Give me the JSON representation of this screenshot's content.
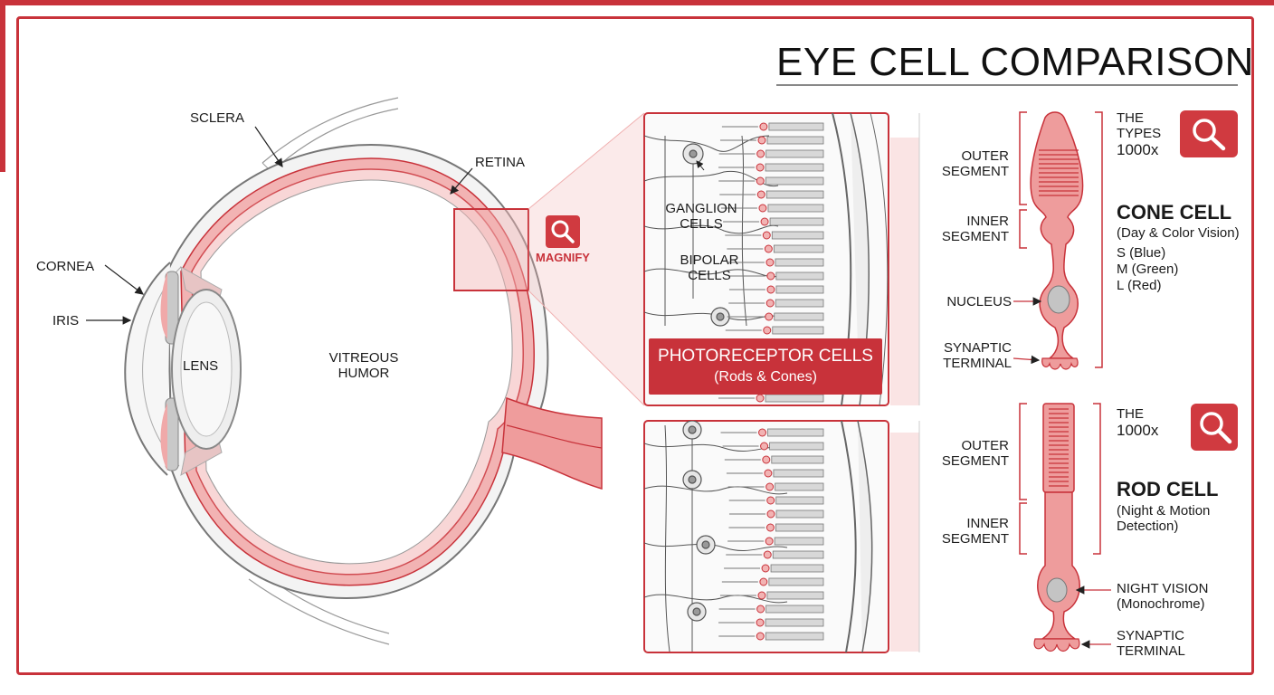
{
  "title": "EYE CELL COMPARISON",
  "eye_labels": {
    "sclera": "SCLERA",
    "retina": "RETINA",
    "cornea": "CORNEA",
    "iris": "IRIS",
    "lens": "LENS",
    "vitreous_line1": "VITREOUS",
    "vitreous_line2": "HUMOR",
    "magnify": "MAGNIFY"
  },
  "retina_inset": {
    "ganglion_line1": "GANGLION",
    "ganglion_line2": "CELLS",
    "bipolar_line1": "BIPOLAR",
    "bipolar_line2": "CELLS",
    "photoreceptor_title": "PHOTORECEPTOR CELLS",
    "photoreceptor_sub": "(Rods & Cones)"
  },
  "cone_cell": {
    "outer_segment_line1": "OUTER",
    "outer_segment_line2": "SEGMENT",
    "inner_segment_line1": "INNER",
    "inner_segment_line2": "SEGMENT",
    "nucleus": "NUCLEUS",
    "synaptic_line1": "SYNAPTIC",
    "synaptic_line2": "TERMINAL",
    "types_line1": "THE",
    "types_line2": "TYPES",
    "magnification": "1000x",
    "name": "CONE CELL",
    "function": "(Day & Color Vision)",
    "type_s": "S (Blue)",
    "type_m": "M (Green)",
    "type_l": "L (Red)"
  },
  "rod_cell": {
    "outer_segment_line1": "OUTER",
    "outer_segment_line2": "SEGMENT",
    "inner_segment_line1": "INNER",
    "inner_segment_line2": "SEGMENT",
    "the": "THE",
    "magnification": "1000x",
    "name": "ROD CELL",
    "function_line1": "(Night & Motion",
    "function_line2": "Detection)",
    "night_line1": "NIGHT VISION",
    "night_line2": "(Monochrome)",
    "synaptic_line1": "SYNAPTIC",
    "synaptic_line2": "TERMINAL"
  },
  "colors": {
    "accent": "#c8323a",
    "tissue_pink": "#f2b3b3",
    "cell_fill": "#ee9c9c",
    "gray": "#bdbdbd"
  },
  "icons": [
    "magnifier-icon"
  ]
}
